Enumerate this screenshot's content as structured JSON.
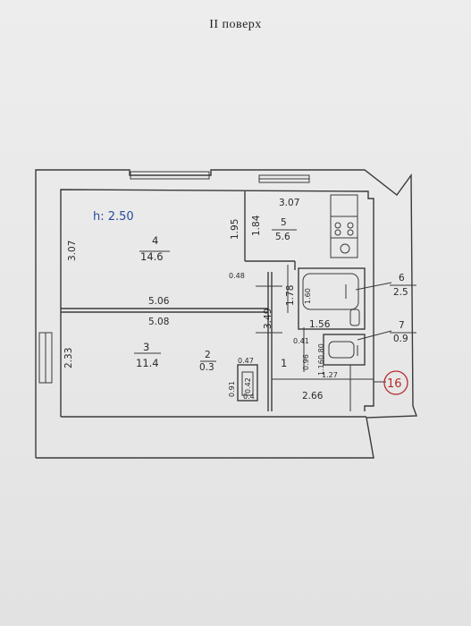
{
  "floor_label": "II поверх",
  "height_note": "h: 2.50",
  "apartment_number": "16",
  "rooms": [
    {
      "number": "4",
      "area": "14.6"
    },
    {
      "number": "5",
      "area": "5.6"
    },
    {
      "number": "6",
      "area": "2.5"
    },
    {
      "number": "7",
      "area": "0.9"
    },
    {
      "number": "3",
      "area": "11.4"
    },
    {
      "number": "2",
      "area": "0.3"
    },
    {
      "number": "1",
      "area": ""
    }
  ],
  "dimensions": {
    "left_top": "3.07",
    "left_bottom": "2.33",
    "room4_right_outer": "1.95",
    "room4_right_inner": "1.84",
    "room5_width": "3.07",
    "small_gap": "0.48",
    "room4_width": "5.06",
    "room3_width": "5.08",
    "corridor_height": "1.78",
    "partition_height": "3.49",
    "bath_height": "1.60",
    "bath_width": "1.56",
    "wc_a": "0.41",
    "wc_b": "0.80",
    "wc_c": "0.96",
    "wc_d": "1.16",
    "wc_width": "1.27",
    "hall_width": "2.66",
    "closet_w": "0.47",
    "closet_h": "0.91",
    "closet_d": "0.42",
    "closet_e": "0.4"
  }
}
